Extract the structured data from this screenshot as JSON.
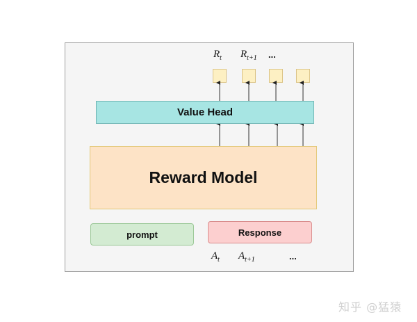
{
  "diagram": {
    "outputs": {
      "labels": [
        {
          "base": "R",
          "sub": "t"
        },
        {
          "base": "R",
          "sub": "t+1"
        }
      ],
      "ellipsis": "...",
      "slots": 4
    },
    "value_head": {
      "label": "Value Head",
      "color": "#a7e5e3"
    },
    "reward_model": {
      "label": "Reward Model",
      "color": "#fde3c6"
    },
    "inputs": {
      "prompt": {
        "label": "prompt",
        "color": "#d3ebd2"
      },
      "response": {
        "label": "Response",
        "color": "#fccfcf"
      }
    },
    "actions": {
      "labels": [
        {
          "base": "A",
          "sub": "t"
        },
        {
          "base": "A",
          "sub": "t+1"
        }
      ],
      "ellipsis": "..."
    },
    "edges": [
      "Reward Model -> Value Head (x4)",
      "Value Head -> output slots (x4)"
    ]
  },
  "watermark": "知乎 @猛猿"
}
